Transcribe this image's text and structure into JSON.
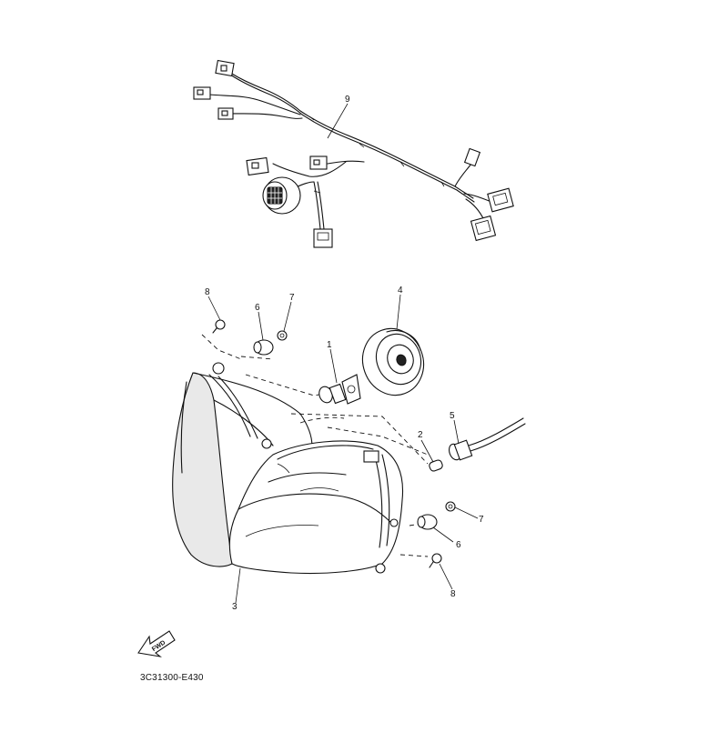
{
  "parts": [
    {
      "id": "label-1",
      "text": "1"
    },
    {
      "id": "label-2",
      "text": "2"
    },
    {
      "id": "label-3",
      "text": "3"
    },
    {
      "id": "label-4",
      "text": "4"
    },
    {
      "id": "label-5",
      "text": "5"
    },
    {
      "id": "label-6a",
      "text": "6"
    },
    {
      "id": "label-6b",
      "text": "6"
    },
    {
      "id": "label-7a",
      "text": "7"
    },
    {
      "id": "label-7b",
      "text": "7"
    },
    {
      "id": "label-8a",
      "text": "8"
    },
    {
      "id": "label-8b",
      "text": "8"
    },
    {
      "id": "label-9",
      "text": "9"
    }
  ],
  "fwd_arrow": {
    "text": "FWD"
  },
  "diagram_code": "3C31300-E430"
}
